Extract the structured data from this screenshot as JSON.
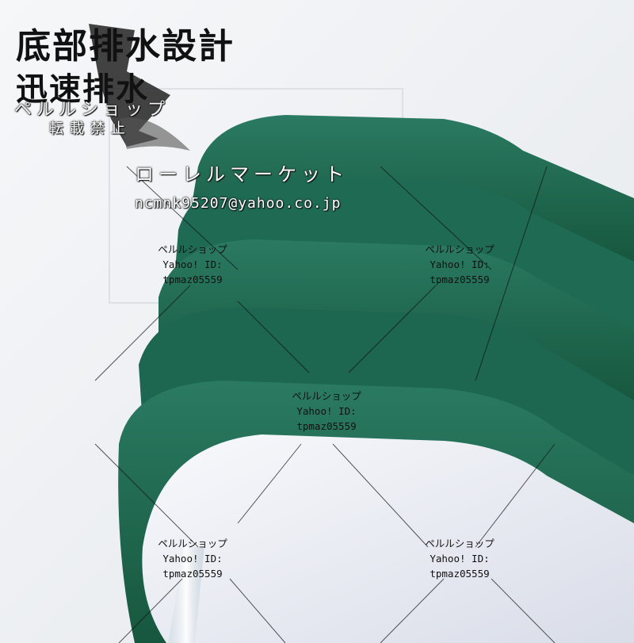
{
  "headline": {
    "line1": "底部排水設計",
    "line2": "迅速排水"
  },
  "overlay": {
    "brand": "ペルルショップ",
    "no_repost": "転載禁止",
    "market": "ローレルマーケット",
    "email": "ncmnk95207@yahoo.co.jp"
  },
  "watermarks": [
    {
      "shop": "ペルルショップ",
      "id": "Yahoo! ID:",
      "user": "tpmaz05559"
    },
    {
      "shop": "ペルルショップ",
      "id": "Yahoo! ID:",
      "user": "tpmaz05559"
    },
    {
      "shop": "ペルルショップ",
      "id": "Yahoo! ID:",
      "user": "tpmaz05559"
    },
    {
      "shop": "ペルルショップ",
      "id": "Yahoo! ID:",
      "user": "tpmaz05559"
    },
    {
      "shop": "ペルルショップ",
      "id": "Yahoo! ID:",
      "user": "tpmaz05559"
    }
  ],
  "colors": {
    "background": "#eceff2",
    "product_green": "#1f6b55",
    "product_green_dark": "#15533f",
    "tray_white": "#f4f6fa"
  }
}
